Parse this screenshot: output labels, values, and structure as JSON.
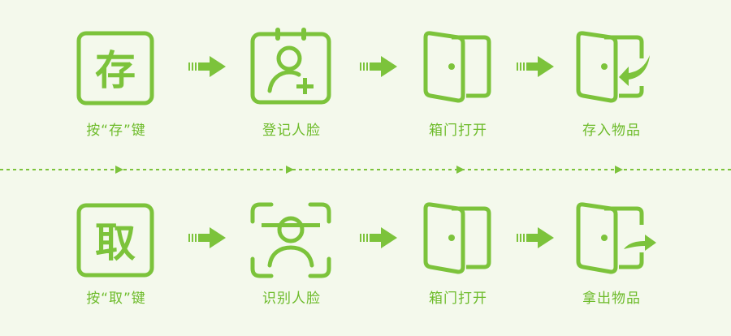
{
  "colors": {
    "accent": "#7cc33b",
    "background": "#f4f9ec",
    "caption": "#6dbb2a"
  },
  "store_flow": {
    "steps": [
      {
        "icon": "store-key-icon",
        "glyph": "存",
        "caption": "按“存”键"
      },
      {
        "icon": "register-face-icon",
        "caption": "登记人脸"
      },
      {
        "icon": "locker-door-open-icon",
        "caption": "箱门打开"
      },
      {
        "icon": "put-item-in-icon",
        "caption": "存入物品"
      }
    ]
  },
  "retrieve_flow": {
    "steps": [
      {
        "icon": "retrieve-key-icon",
        "glyph": "取",
        "caption": "按“取”键"
      },
      {
        "icon": "scan-face-icon",
        "caption": "识别人脸"
      },
      {
        "icon": "locker-door-open-icon",
        "caption": "箱门打开"
      },
      {
        "icon": "take-item-out-icon",
        "caption": "拿出物品"
      }
    ]
  }
}
